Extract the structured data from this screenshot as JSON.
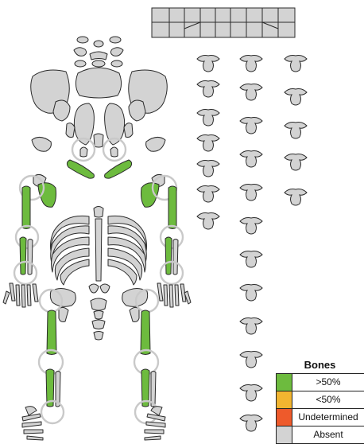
{
  "legend": {
    "title": "Bones",
    "items": [
      {
        "label": ">50%",
        "color": "#6dbb3e"
      },
      {
        "label": "<50%",
        "color": "#f2b530"
      },
      {
        "label": "Undetermined",
        "color": "#ee5a2b"
      },
      {
        "label": "Absent",
        "color": "#d3d3d3"
      }
    ]
  },
  "colors": {
    "present": "#6dbb3e",
    "absent": "#d3d3d3",
    "outline": "#2b2b2b",
    "joint_ring": "#c9c9c9"
  }
}
